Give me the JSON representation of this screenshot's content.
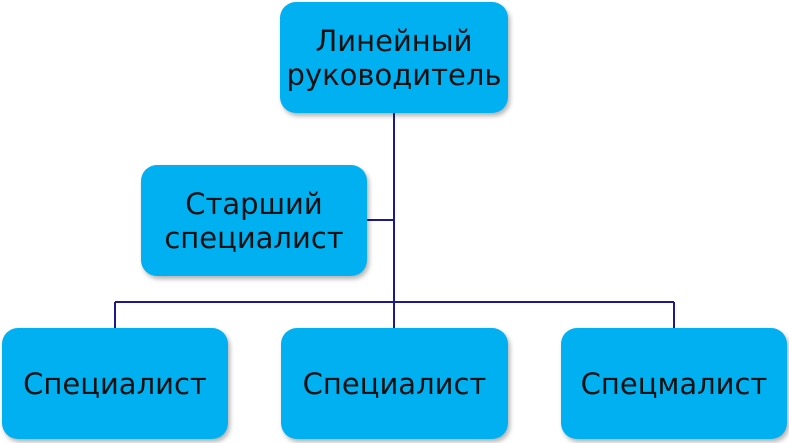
{
  "org_chart": {
    "head": {
      "label": "Линейный\nруководитель"
    },
    "senior": {
      "label": "Старший\nспециалист"
    },
    "specialists": [
      {
        "label": "Специалист"
      },
      {
        "label": "Специалист"
      },
      {
        "label": "Спецмалист"
      }
    ]
  },
  "colors": {
    "box_fill": "#00b0f0",
    "connector": "#1f1a8a",
    "text": "#111111"
  }
}
